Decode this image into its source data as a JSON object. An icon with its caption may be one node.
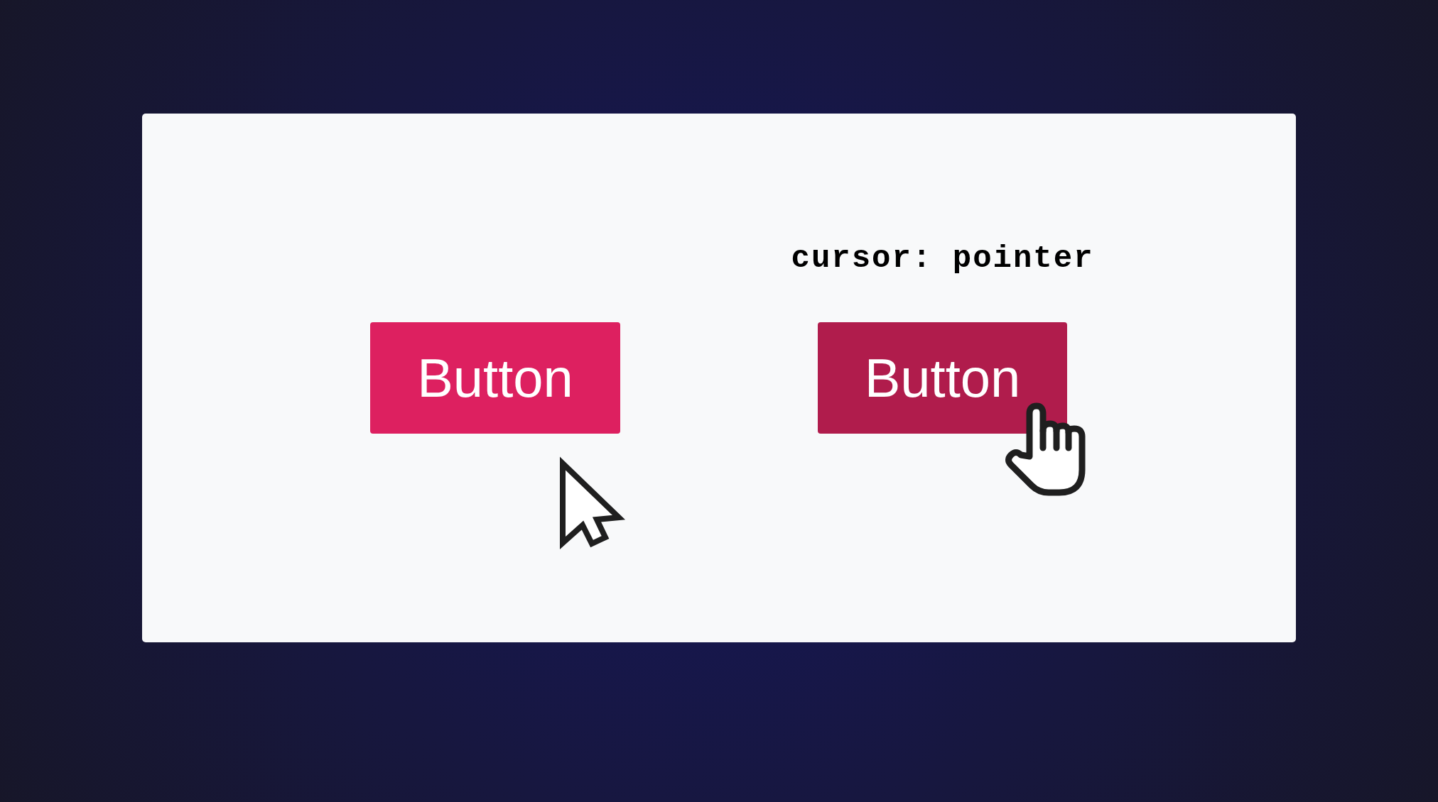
{
  "diagram": {
    "nodes": [
      {
        "text": [
          "Button"
        ]
      },
      {
        "text": [
          "Button"
        ],
        "beside": [
          "cursor: pointer"
        ]
      }
    ]
  }
}
